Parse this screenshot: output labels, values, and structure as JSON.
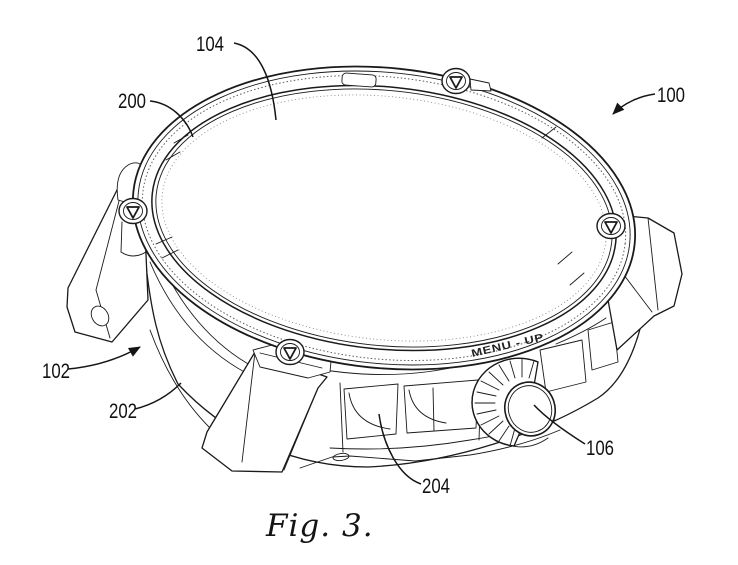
{
  "figure": {
    "caption": "Fig. 3.",
    "engraving_label": "MENU - UP",
    "numerals": {
      "n100": "100",
      "n102": "102",
      "n104": "104",
      "n106": "106",
      "n200": "200",
      "n202": "202",
      "n204": "204"
    }
  },
  "colors": {
    "ink": "#1a1a1a",
    "paper": "#ffffff"
  }
}
